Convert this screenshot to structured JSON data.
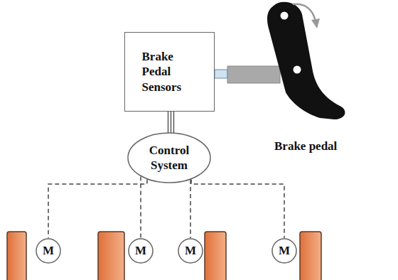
{
  "diagram": {
    "nodes": [
      {
        "text": [
          "Brake Pedal Sensors"
        ]
      },
      {
        "text": [
          "Control System"
        ]
      },
      {
        "text": [
          "M"
        ]
      },
      {
        "text": [
          "M"
        ]
      },
      {
        "text": [
          "M"
        ]
      },
      {
        "text": [
          "M"
        ]
      }
    ],
    "edges": [
      {
        "from": 0,
        "to": 1,
        "arrow": "none"
      },
      {
        "from": 1,
        "to": 2,
        "arrow": "none"
      },
      {
        "from": 1,
        "to": 3,
        "arrow": "none"
      },
      {
        "from": 1,
        "to": 4,
        "arrow": "none"
      },
      {
        "from": 1,
        "to": 5,
        "arrow": "none"
      }
    ],
    "labels": [
      "Brake pedal"
    ]
  }
}
